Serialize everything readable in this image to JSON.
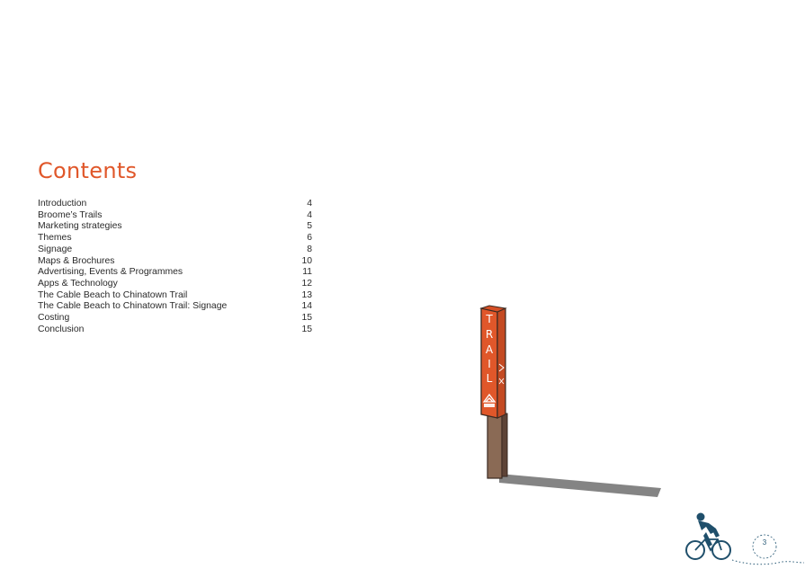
{
  "title": "Contents",
  "toc": [
    {
      "label": "Introduction",
      "page": "4"
    },
    {
      "label": "Broome’s Trails",
      "page": "4"
    },
    {
      "label": "Marketing strategies",
      "page": "5"
    },
    {
      "label": "Themes",
      "page": "6"
    },
    {
      "label": "Signage",
      "page": "8"
    },
    {
      "label": "Maps & Brochures",
      "page": "10"
    },
    {
      "label": "Advertising, Events & Programmes",
      "page": "11"
    },
    {
      "label": "Apps & Technology",
      "page": "12"
    },
    {
      "label": "The Cable Beach to Chinatown Trail",
      "page": "13"
    },
    {
      "label": "The Cable Beach to Chinatown Trail: Signage",
      "page": "14"
    },
    {
      "label": "Costing",
      "page": "15"
    },
    {
      "label": "Conclusion",
      "page": "15"
    }
  ],
  "sign_letters": [
    "T",
    "R",
    "A",
    "I",
    "L"
  ],
  "page_number": "3",
  "icons": [
    "trail-sign-illustration",
    "cyclist-icon"
  ],
  "colors": {
    "accent": "#e0572a",
    "cyclist": "#1f4f6b",
    "post": "#8a6a55"
  }
}
